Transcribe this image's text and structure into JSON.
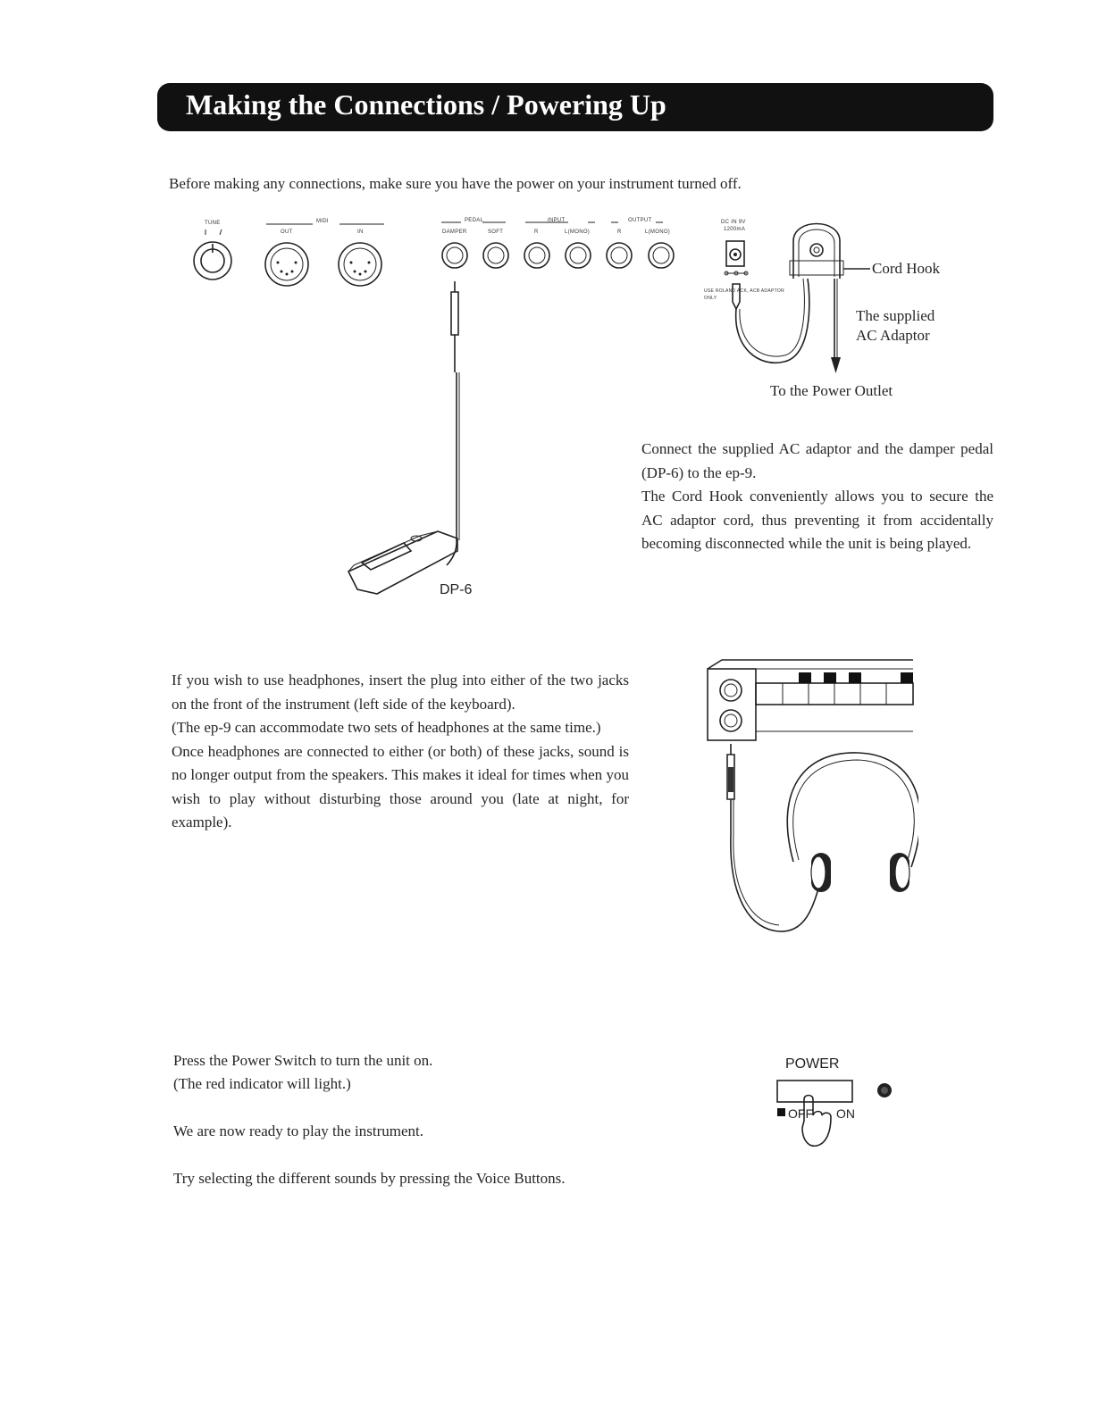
{
  "title": "Making the Connections / Powering Up",
  "intro": "Before making any connections, make sure you have the power on your instrument turned off.",
  "panel_labels": {
    "tune": "TUNE",
    "midi": "MIDI",
    "midi_out": "OUT",
    "midi_in": "IN",
    "pedal": "PEDAL",
    "damper": "DAMPER",
    "soft": "SOFT",
    "input": "INPUT",
    "input_r": "R",
    "input_l": "L(MONO)",
    "output": "OUTPUT",
    "output_r": "R",
    "output_l": "L(MONO)",
    "dc_in": "DC IN 9V",
    "dc_ma": "1200mA",
    "use_note": "USE ROLAND ACK, ACB ADAPTOR ONLY"
  },
  "callouts": {
    "cord_hook": "Cord Hook",
    "adaptor_line1": "The supplied",
    "adaptor_line2": "AC Adaptor",
    "power_outlet": "To the Power Outlet",
    "pedal_model": "DP-6"
  },
  "connection_text": [
    "Connect the supplied AC adaptor and the damper pedal (DP-6) to the ep-9.",
    "The Cord Hook conveniently allows you to secure the AC adaptor cord, thus preventing it from accidentally becoming disconnected while the unit is being played."
  ],
  "headphone_text": [
    "If you wish to use headphones, insert the plug into either of the two jacks on the front of the instrument (left side of the keyboard).",
    "(The ep-9 can accommodate two sets of headphones at the same time.)",
    "Once headphones are connected to either (or both) of these jacks, sound is no longer output from the speakers. This makes it ideal for times when you wish to play without disturbing those around you (late at night, for example)."
  ],
  "power_text": [
    "Press the Power Switch to turn the unit on.",
    "(The red indicator will light.)",
    "We are now ready to play the instrument.",
    "Try selecting the different sounds by pressing the Voice Buttons."
  ],
  "power_switch": {
    "label": "POWER",
    "off": "OFF",
    "on": "ON"
  }
}
